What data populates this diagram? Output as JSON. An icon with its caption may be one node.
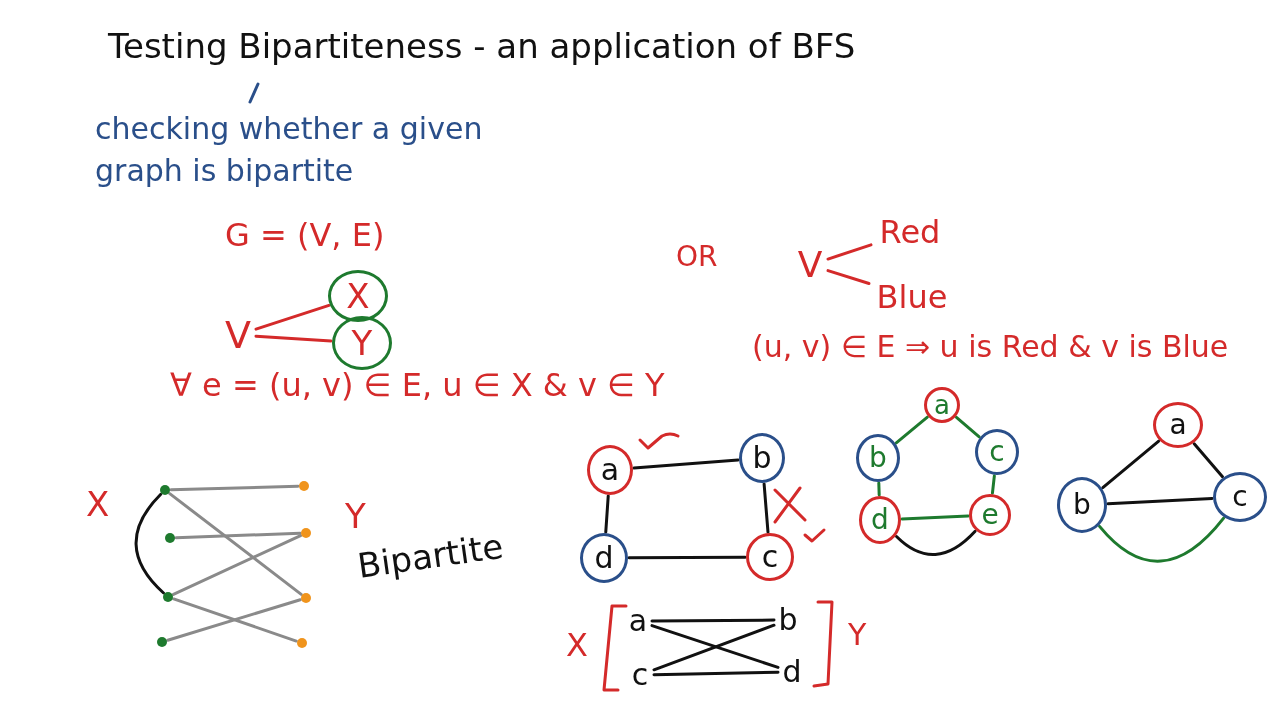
{
  "diagram": {
    "title": "Testing Bipartiteness - an application of BFS",
    "nodes": [
      {
        "text": [
          "V"
        ]
      },
      {
        "text": [
          "X"
        ]
      },
      {
        "text": [
          "Y"
        ]
      },
      {
        "text": [
          "V"
        ]
      },
      {
        "text": [
          "Red"
        ]
      },
      {
        "text": [
          "Blue"
        ]
      },
      {
        "text": [],
        "shape": "circle"
      },
      {
        "text": [],
        "shape": "circle"
      },
      {
        "text": [],
        "shape": "circle"
      },
      {
        "text": [],
        "shape": "circle"
      },
      {
        "text": [],
        "shape": "circle"
      },
      {
        "text": [],
        "shape": "circle"
      },
      {
        "text": [],
        "shape": "circle"
      },
      {
        "text": [],
        "shape": "circle"
      },
      {
        "text": [
          "a"
        ]
      },
      {
        "text": [
          "b"
        ]
      },
      {
        "text": [
          "c"
        ]
      },
      {
        "text": [
          "d"
        ]
      },
      {
        "text": [
          "a"
        ]
      },
      {
        "text": [
          "b"
        ]
      },
      {
        "text": [
          "c"
        ]
      },
      {
        "text": [
          "d"
        ]
      },
      {
        "text": [
          "a"
        ]
      },
      {
        "text": [
          "b"
        ]
      },
      {
        "text": [
          "c"
        ]
      },
      {
        "text": [
          "d"
        ]
      },
      {
        "text": [
          "e"
        ]
      },
      {
        "text": [
          "a"
        ]
      },
      {
        "text": [
          "b"
        ]
      },
      {
        "text": [
          "c"
        ]
      }
    ],
    "edges": [
      {
        "from": 0,
        "to": 1,
        "arrow": "none",
        "color": "#d42a2a"
      },
      {
        "from": 0,
        "to": 2,
        "arrow": "none",
        "color": "#d42a2a"
      },
      {
        "from": 3,
        "to": 4,
        "arrow": "none",
        "color": "#d42a2a"
      },
      {
        "from": 3,
        "to": 5,
        "arrow": "none",
        "color": "#d42a2a"
      },
      {
        "from": 6,
        "to": 10,
        "arrow": "none",
        "color": "#8a8a8a"
      },
      {
        "from": 6,
        "to": 12,
        "arrow": "none",
        "color": "#8a8a8a"
      },
      {
        "from": 7,
        "to": 11,
        "arrow": "none",
        "color": "#8a8a8a"
      },
      {
        "from": 8,
        "to": 11,
        "arrow": "none",
        "color": "#8a8a8a"
      },
      {
        "from": 8,
        "to": 13,
        "arrow": "none",
        "color": "#8a8a8a"
      },
      {
        "from": 9,
        "to": 12,
        "arrow": "none",
        "color": "#8a8a8a"
      },
      {
        "from": 6,
        "to": 8,
        "arrow": "none"
      },
      {
        "from": 14,
        "to": 15,
        "arrow": "none"
      },
      {
        "from": 15,
        "to": 16,
        "arrow": "none"
      },
      {
        "from": 16,
        "to": 17,
        "arrow": "none"
      },
      {
        "from": 17,
        "to": 14,
        "arrow": "none"
      },
      {
        "from": 18,
        "to": 19,
        "arrow": "none"
      },
      {
        "from": 20,
        "to": 21,
        "arrow": "none"
      },
      {
        "from": 18,
        "to": 21,
        "arrow": "none"
      },
      {
        "from": 20,
        "to": 19,
        "arrow": "none"
      },
      {
        "from": 22,
        "to": 23,
        "arrow": "none",
        "color": "#1e7a2e"
      },
      {
        "from": 22,
        "to": 24,
        "arrow": "none",
        "color": "#1e7a2e"
      },
      {
        "from": 23,
        "to": 25,
        "arrow": "none",
        "color": "#1e7a2e"
      },
      {
        "from": 24,
        "to": 26,
        "arrow": "none",
        "color": "#1e7a2e"
      },
      {
        "from": 25,
        "to": 26,
        "arrow": "none",
        "color": "#1e7a2e"
      },
      {
        "from": 25,
        "to": 26,
        "arrow": "none"
      },
      {
        "from": 27,
        "to": 28,
        "arrow": "none"
      },
      {
        "from": 27,
        "to": 29,
        "arrow": "none"
      },
      {
        "from": 28,
        "to": 29,
        "arrow": "none"
      },
      {
        "from": 28,
        "to": 29,
        "arrow": "none",
        "color": "#1e7a2e"
      }
    ],
    "labels": [
      "checking whether a given graph is bipartite",
      "G = (V, E)",
      "∀ e = (u, v) ∈ E, u ∈ X & v ∈ Y",
      "OR",
      "(u, v) ∈ E ⇒ u is Red & v is Blue",
      "X",
      "Y",
      "Bipartite",
      "X",
      "Y"
    ]
  }
}
